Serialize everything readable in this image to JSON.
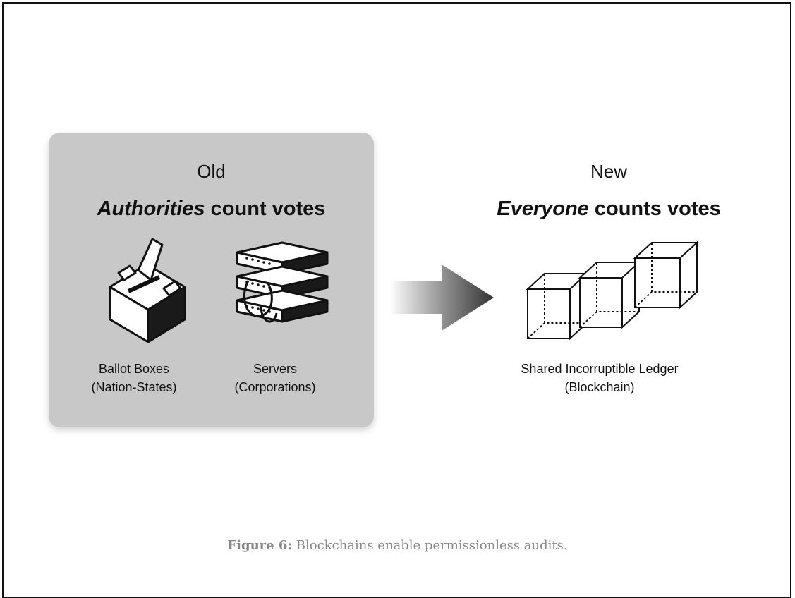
{
  "old": {
    "label": "Old",
    "title_emph": "Authorities",
    "title_rest": " count votes",
    "items": [
      {
        "icon": "ballot-box-icon",
        "line1": "Ballot Boxes",
        "line2": "(Nation-States)"
      },
      {
        "icon": "server-stack-icon",
        "line1": "Servers",
        "line2": "(Corporations)"
      }
    ]
  },
  "new": {
    "label": "New",
    "title_emph": "Everyone",
    "title_rest": " counts votes",
    "item": {
      "icon": "blockchain-cubes-icon",
      "line1": "Shared Incorruptible Ledger",
      "line2": "(Blockchain)"
    }
  },
  "arrow": {
    "icon": "right-arrow-icon"
  },
  "caption": {
    "label": "Figure 6:",
    "text": " Blockchains enable permissionless audits."
  }
}
